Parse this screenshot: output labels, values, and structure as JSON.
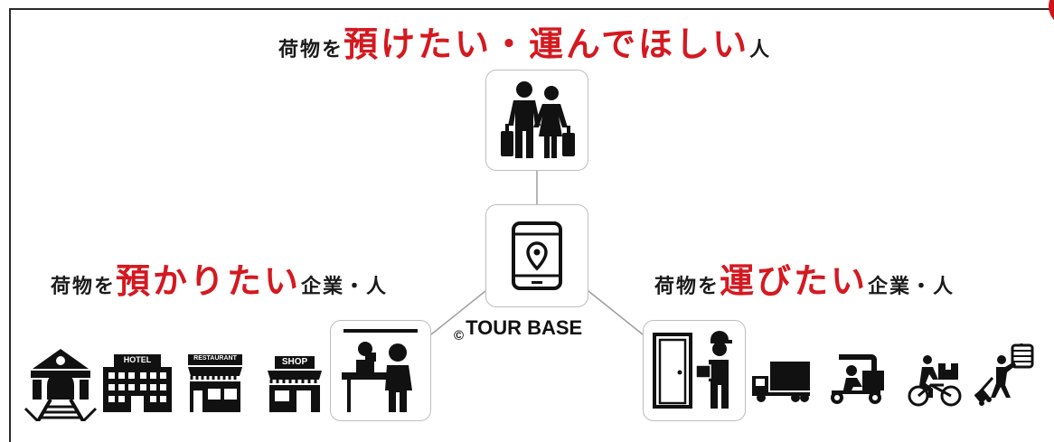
{
  "headings": {
    "top": {
      "prefix": "荷物を",
      "emphasis": "預けたい・運んでほしい",
      "suffix": "人"
    },
    "left": {
      "prefix": "荷物を",
      "emphasis": "預かりたい",
      "suffix": "企業・人"
    },
    "right": {
      "prefix": "荷物を",
      "emphasis": "運びたい",
      "suffix": "企業・人"
    }
  },
  "brand": {
    "copyright": "©",
    "name": "TOUR BASE"
  },
  "icon_labels": {
    "hotel": "HOTEL",
    "restaurant": "RESTAURANT",
    "shop": "SHOP"
  },
  "icons": {
    "top_box": "travelers-with-luggage-icon",
    "center_box": "smartphone-location-icon",
    "left_box": "reception-counter-icon",
    "right_box": "delivery-person-at-door-icon",
    "left_row": [
      "train-station-icon",
      "hotel-icon",
      "restaurant-icon",
      "shop-icon"
    ],
    "right_row": [
      "delivery-truck-icon",
      "delivery-scooter-icon",
      "bicycle-courier-icon",
      "walking-porter-icon"
    ]
  },
  "colors": {
    "accent": "#d41920",
    "text": "#1a1a1a",
    "box_border": "#bdbdbd"
  }
}
